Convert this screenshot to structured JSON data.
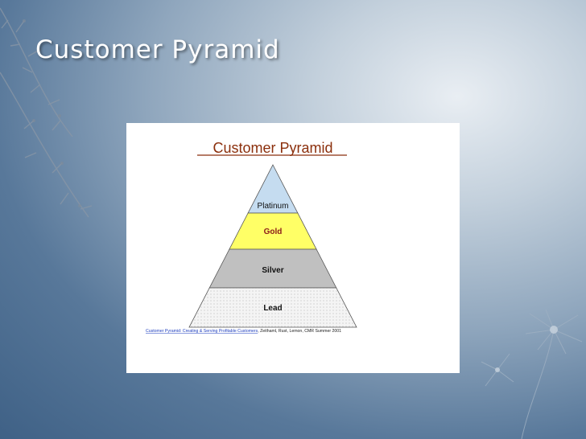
{
  "slide": {
    "title": "Customer Pyramid"
  },
  "figure": {
    "title": "Customer Pyramid",
    "levels": [
      {
        "label": "Platinum",
        "fill": "#c5dcf0"
      },
      {
        "label": "Gold",
        "fill": "#ffff66",
        "text_color": "#8b1a1a"
      },
      {
        "label": "Silver",
        "fill": "#c0c0c0"
      },
      {
        "label": "Lead",
        "fill": "#efefef"
      }
    ],
    "citation": {
      "link_text": "Customer Pyramid: Creating & Serving Profitable Customers",
      "rest": ", Zeithaml, Rust, Lemon, CMR Summer 2001"
    },
    "title_color": "#8b2f0c"
  }
}
